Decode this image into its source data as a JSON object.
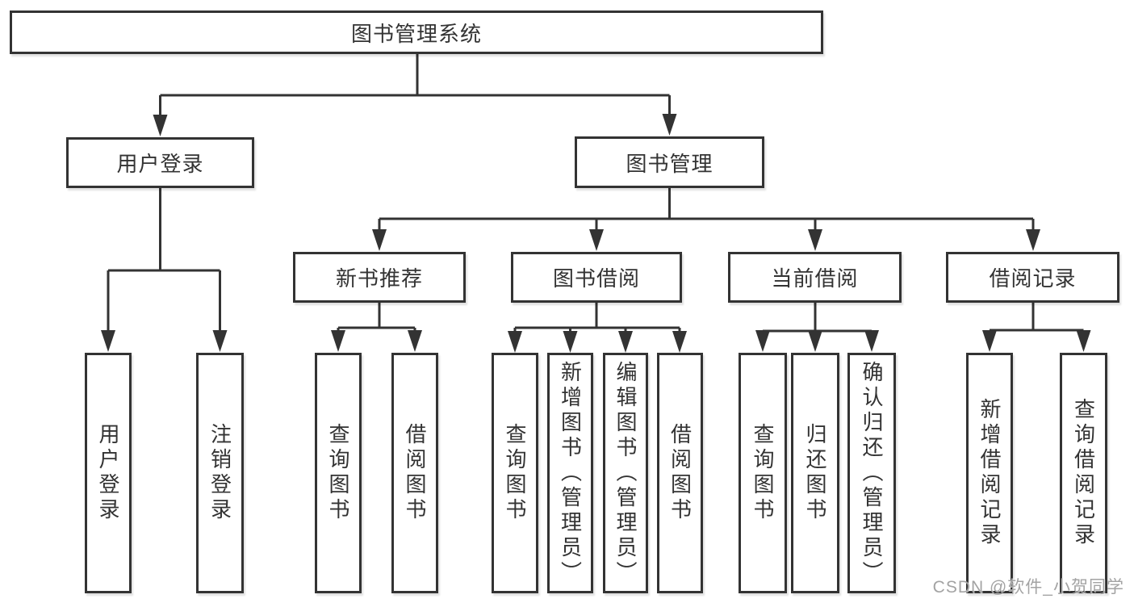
{
  "diagram_type": "hierarchy-tree",
  "colors": {
    "line": "#333333",
    "box_border": "#333333",
    "box_fill": "#ffffff",
    "text": "#333333",
    "watermark_text": "#a3a3a3",
    "background": "#ffffff"
  },
  "tree": {
    "root": {
      "label": "图书管理系统"
    },
    "branches": [
      {
        "label": "用户登录",
        "children": [
          {
            "label": "用户登录"
          },
          {
            "label": "注销登录"
          }
        ]
      },
      {
        "label": "图书管理",
        "children": [
          {
            "label": "新书推荐",
            "children": [
              {
                "label": "查询图书"
              },
              {
                "label": "借阅图书"
              }
            ]
          },
          {
            "label": "图书借阅",
            "children": [
              {
                "label": "查询图书"
              },
              {
                "label": "新增图书（管理员）"
              },
              {
                "label": "编辑图书（管理员）"
              },
              {
                "label": "借阅图书"
              }
            ]
          },
          {
            "label": "当前借阅",
            "children": [
              {
                "label": "查询图书"
              },
              {
                "label": "归还图书"
              },
              {
                "label": "确认归还（管理员）"
              }
            ]
          },
          {
            "label": "借阅记录",
            "children": [
              {
                "label": "新增借阅记录"
              },
              {
                "label": "查询借阅记录"
              }
            ]
          }
        ]
      }
    ]
  },
  "watermark": "CSDN @软件_小贺同学"
}
